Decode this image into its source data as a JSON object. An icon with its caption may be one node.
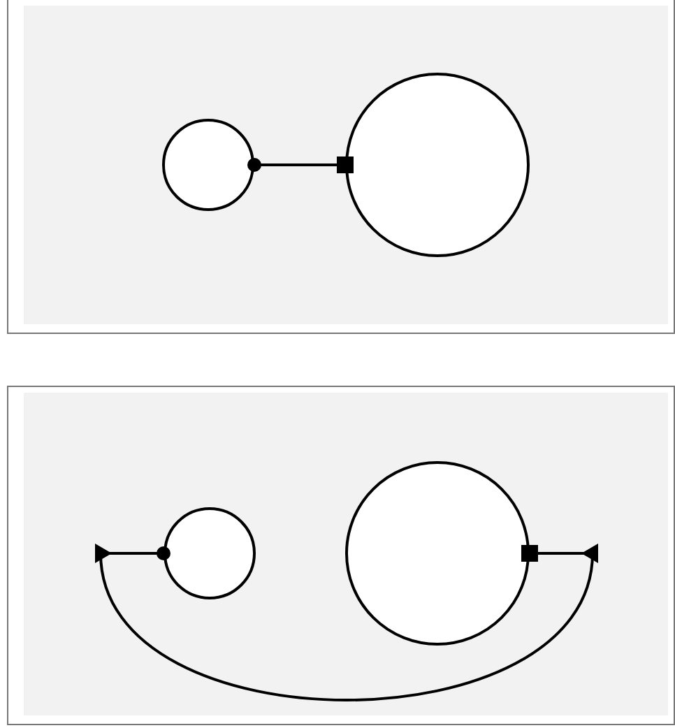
{
  "diagram": {
    "nodes": [
      {
        "text": [],
        "shape": "box"
      },
      {
        "text": [],
        "shape": "circle",
        "in": 0
      },
      {
        "text": [],
        "shape": "circle",
        "in": 0
      },
      {
        "text": [],
        "shape": "box"
      },
      {
        "text": [],
        "shape": "circle",
        "in": 3
      },
      {
        "text": [],
        "shape": "circle",
        "in": 3
      }
    ],
    "edges": [
      {
        "from": 1,
        "to": 2,
        "arrow": "other"
      },
      {
        "from": 4,
        "to": 5,
        "arrow": "other"
      }
    ]
  }
}
